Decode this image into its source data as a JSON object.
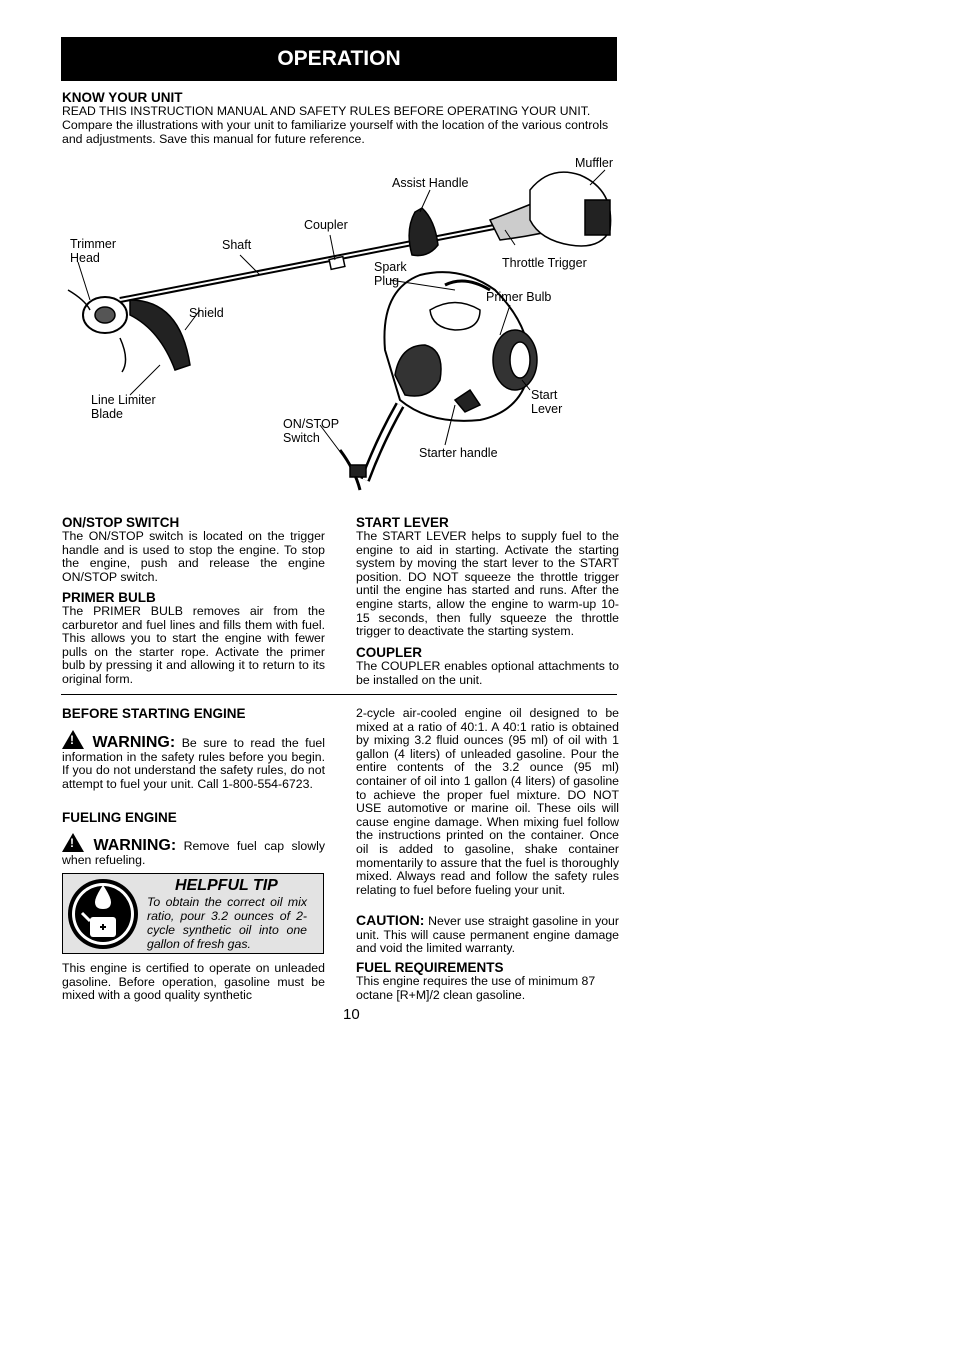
{
  "banner": {
    "title": "OPERATION"
  },
  "know_unit": {
    "heading": "KNOW YOUR UNIT",
    "line1": "READ THIS INSTRUCTION MANUAL AND SAFETY RULES BEFORE OPERATING YOUR UNIT.",
    "body": "Compare the illustrations with your unit to familiarize yourself with the location of the various controls and adjustments. Save this manual for future reference."
  },
  "diagram": {
    "labels": {
      "muffler": "Muffler",
      "assist_handle": "Assist Handle",
      "coupler": "Coupler",
      "trimmer_head": "Trimmer\nHead",
      "shaft": "Shaft",
      "spark_plug": "Spark\nPlug",
      "throttle_trigger": "Throttle Trigger",
      "primer_bulb": "Primer Bulb",
      "shield": "Shield",
      "line_limiter": "Line Limiter\nBlade",
      "on_stop": "ON/STOP\nSwitch",
      "starter_handle": "Starter handle",
      "start_lever": "Start\nLever"
    }
  },
  "on_stop": {
    "heading": "ON/STOP SWITCH",
    "body": "The ON/STOP switch is located on the trigger handle and is used to stop the engine. To stop the engine, push and release the engine ON/STOP switch."
  },
  "primer": {
    "heading": "PRIMER BULB",
    "body": "The PRIMER BULB removes air from the carburetor and fuel lines and fills them with fuel. This allows you to start the engine with fewer pulls on the starter rope. Activate the primer bulb by pressing it and allowing it to return to its original form."
  },
  "start_lever": {
    "heading": "START LEVER",
    "body": "The START LEVER helps to supply fuel to the engine to aid in starting. Activate the starting system by moving the start lever to the START position. DO NOT squeeze the throttle trigger until the engine has started and runs. After the engine starts, allow the engine to warm-up 10-15 seconds, then fully squeeze the throttle trigger to deactivate the starting system."
  },
  "coupler": {
    "heading": "COUPLER",
    "body": "The COUPLER enables optional attachments to be installed on the unit."
  },
  "before_start": {
    "heading": "BEFORE STARTING ENGINE",
    "warning_label": "WARNING:",
    "warning_text": "Be sure to read the fuel information in the safety rules before you begin. If you do not understand the safety rules, do not attempt to fuel your unit. Call 1-800-554-6723."
  },
  "fueling": {
    "heading": "FUELING ENGINE",
    "warning_label": "WARNING:",
    "warning_text": "Remove fuel cap slowly when refueling."
  },
  "tip": {
    "title": "HELPFUL TIP",
    "text": "To obtain the correct oil mix ratio, pour 3.2 ounces of 2-cycle synthetic oil into one gallon of fresh gas."
  },
  "certified": {
    "body": "This engine is certified to operate on unleaded gasoline. Before operation, gasoline must be mixed with a good quality synthetic"
  },
  "oil_mix": {
    "body": "2-cycle air-cooled engine oil designed to be mixed at a ratio of 40:1. A 40:1 ratio is obtained by mixing 3.2 fluid ounces (95 ml) of oil with 1 gallon (4 liters) of unleaded gasoline. Pour the entire contents of the 3.2 ounce (95 ml) container of oil into 1 gallon (4 liters) of gasoline to achieve the proper fuel mixture. DO NOT USE automotive or marine oil. These oils will cause engine damage. When mixing fuel follow the instructions printed on the container. Once oil is added to gasoline, shake container momentarily to assure that the fuel is thoroughly mixed. Always read and follow the safety rules relating to fuel before fueling your unit."
  },
  "caution": {
    "label": "CAUTION:",
    "text": "Never use straight gasoline in your unit. This will cause permanent engine damage and void the limited warranty."
  },
  "fuel_req": {
    "heading": "FUEL REQUIREMENTS",
    "body": "This engine requires the use of minimum 87 octane [R+M]/2 clean gasoline."
  },
  "page_number": "10"
}
